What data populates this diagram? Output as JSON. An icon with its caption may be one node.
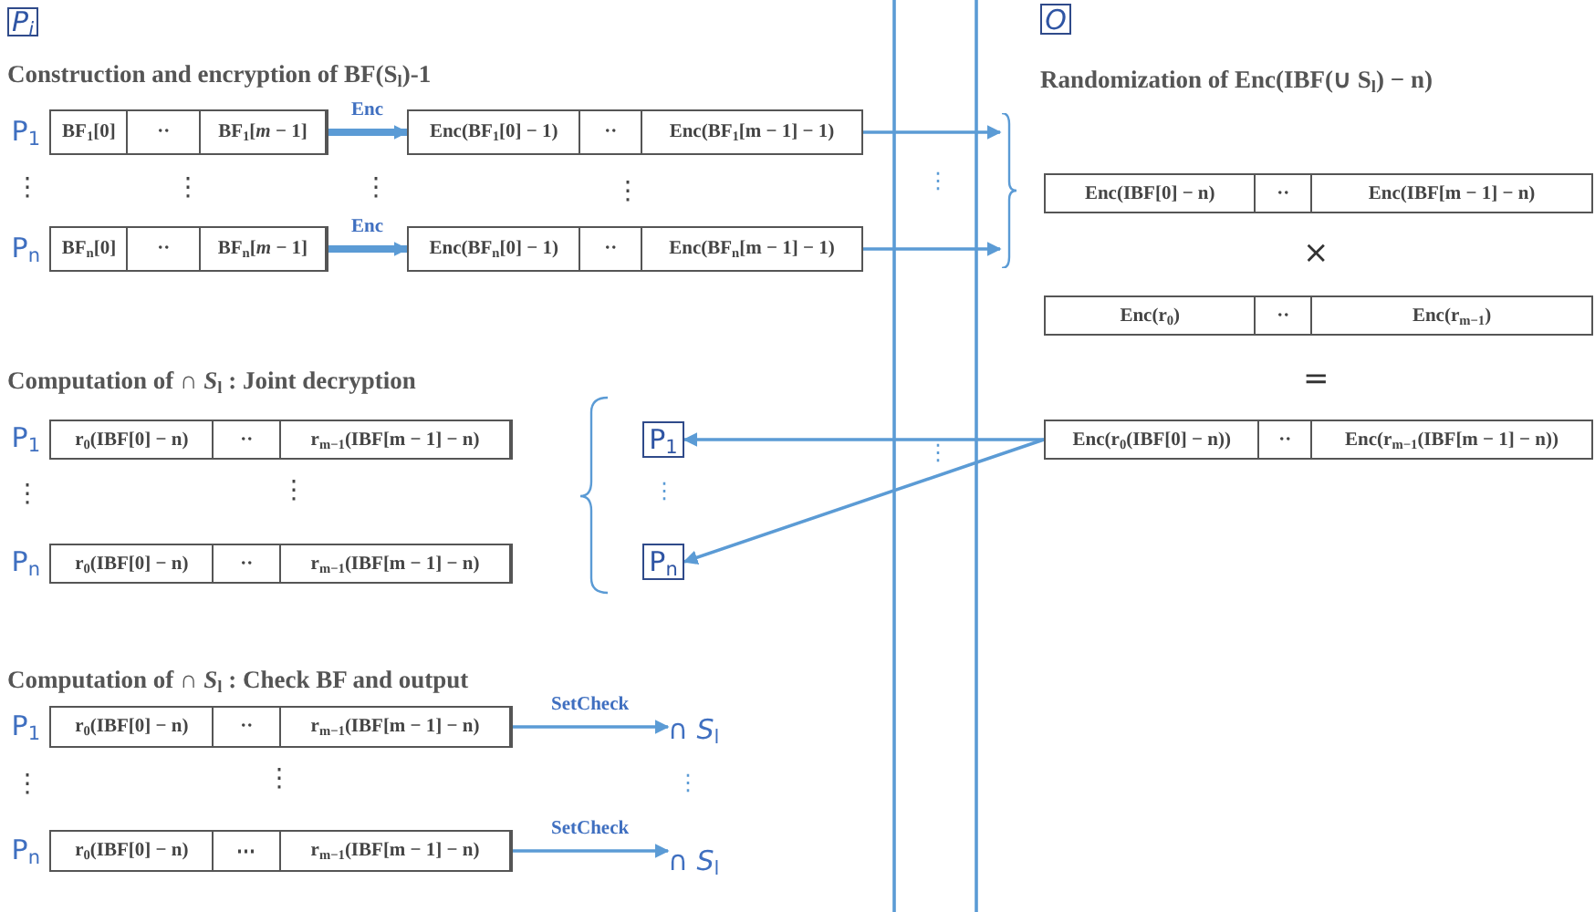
{
  "diagram": {
    "nodes": [
      {
        "text": [
          "P$_{i}$"
        ]
      },
      {
        "text": [
          "O"
        ]
      },
      {
        "text": [
          "BF$_{1}$[0]",
          "··",
          "BF$_{1}$[*m* − 1]"
        ],
        "beside": [
          "P$_{1}$"
        ]
      },
      {
        "text": [
          "Enc(BF$_{1}$[0] − 1)",
          "··",
          "Enc(BF$_{1}$[m − 1] − 1)"
        ]
      },
      {
        "text": [],
        "shape": "bracket"
      },
      {
        "text": [
          "Enc(IBF[0] − n)",
          "··",
          "Enc(IBF[m − 1] − n)"
        ]
      },
      {
        "text": [
          "BF$_{n}$[0]",
          "··",
          "BF$_{n}$[*m* − 1]"
        ],
        "beside": [
          "P$_{n}$"
        ]
      },
      {
        "text": [
          "Enc(BF$_{n}$[0] − 1)",
          "··",
          "Enc(BF$_{n}$[m − 1] − 1)"
        ]
      },
      {
        "text": [
          "Enc(r$_{0}$)",
          "··",
          "Enc(r$_{m−1}$)"
        ]
      },
      {
        "text": [
          "Enc(r$_{0}$(IBF[0] − n))",
          "··",
          "Enc(r$_{m−1}$(IBF[m − 1] − n))"
        ]
      },
      {
        "text": [
          "r$_{0}$(IBF[0] − n)",
          "··",
          "r$_{m−1}$(IBF[m − 1] − n)"
        ],
        "beside": [
          "P$_{1}$"
        ]
      },
      {
        "text": [
          "P$_{1}$"
        ]
      },
      {
        "text": [
          "r$_{0}$(IBF[0] − n)",
          "··",
          "r$_{m−1}$(IBF[m − 1] − n)"
        ],
        "beside": [
          "P$_{n}$"
        ]
      },
      {
        "text": [
          "P$_{n}$"
        ]
      },
      {
        "text": [
          "r$_{0}$(IBF[0] − n)",
          "··",
          "r$_{m−1}$(IBF[m − 1] − n)"
        ],
        "beside": [
          "P$_{1}$"
        ]
      },
      {
        "text": [
          "∩ *S*$_{l}$"
        ]
      },
      {
        "text": [
          "r$_{0}$(IBF[0] − n)",
          "⋯",
          "r$_{m−1}$(IBF[m − 1] − n)"
        ],
        "beside": [
          "P$_{n}$"
        ]
      },
      {
        "text": [
          "∩ *S*$_{l}$"
        ]
      }
    ],
    "edges": [
      {
        "from": 2,
        "to": 3,
        "arrow": "to",
        "label": "Enc",
        "style": "thick"
      },
      {
        "from": 6,
        "to": 7,
        "arrow": "to",
        "label": "Enc",
        "style": "thick"
      },
      {
        "from": 3,
        "to": 4,
        "arrow": "to"
      },
      {
        "from": 7,
        "to": 4,
        "arrow": "to"
      },
      {
        "from": 9,
        "to": 11,
        "arrow": "to"
      },
      {
        "from": 9,
        "to": 13,
        "arrow": "to"
      },
      {
        "from": 14,
        "to": 15,
        "arrow": "to",
        "label": "SetCheck"
      },
      {
        "from": 16,
        "to": 17,
        "arrow": "to",
        "label": "SetCheck"
      }
    ],
    "labels": [
      "Construction and encryption of BF(S$_{l}$)-1",
      "Randomization of Enc(IBF(∪ S$_{l}$) − n)",
      "⋮",
      "⋮",
      "⋮",
      "⋮",
      "⋮",
      "×",
      "=",
      "Computation of ∩ *S*$_{l}$  : Joint decryption",
      "⋮",
      "⋮",
      "⋮",
      "⋮",
      "Computation of ∩ *S*$_{l}$  : Check BF and output",
      "⋮",
      "⋮",
      "⋮"
    ]
  }
}
